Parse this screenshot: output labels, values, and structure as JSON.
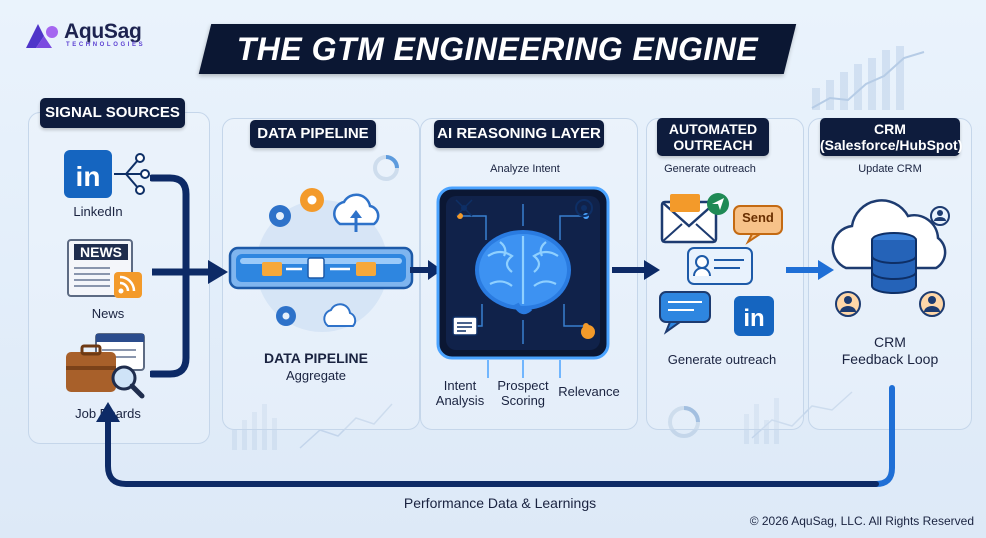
{
  "brand": {
    "name": "AquSag",
    "tagline": "TECHNOLOGIES",
    "accent": "#5b3fd2"
  },
  "title": "THE GTM ENGINEERING ENGINE",
  "colors": {
    "navy": "#0e1c3d",
    "blue": "#1f6fd6",
    "arrow": "#0d2a66",
    "accent_orange": "#f39a2a"
  },
  "signal_sources": {
    "header": "SIGNAL SOURCES",
    "items": [
      {
        "label": "LinkedIn",
        "icon": "linkedin-icon"
      },
      {
        "label": "News",
        "icon": "news-icon"
      },
      {
        "label": "Job Boards",
        "icon": "job-boards-icon"
      }
    ]
  },
  "data_pipeline": {
    "header": "DATA PIPELINE",
    "caption": "DATA PIPELINE",
    "subcaption": "Aggregate"
  },
  "ai_layer": {
    "header": "AI REASONING LAYER",
    "subtitle": "Analyze Intent",
    "outputs": [
      "Intent\nAnalysis",
      "Prospect\nScoring",
      "Relevance"
    ]
  },
  "outreach": {
    "header": "AUTOMATED\nOUTREACH",
    "subtitle": "Generate outreach",
    "caption": "Generate outreach",
    "send_label": "Send",
    "icon": "linkedin-icon"
  },
  "crm": {
    "header": "CRM\n(Salesforce/HubSpot)",
    "subtitle": "Update CRM",
    "caption": "CRM\nFeedback Loop"
  },
  "feedback": {
    "label": "Performance Data & Learnings"
  },
  "copyright": "© 2026 AquSag, LLC. All Rights Reserved"
}
